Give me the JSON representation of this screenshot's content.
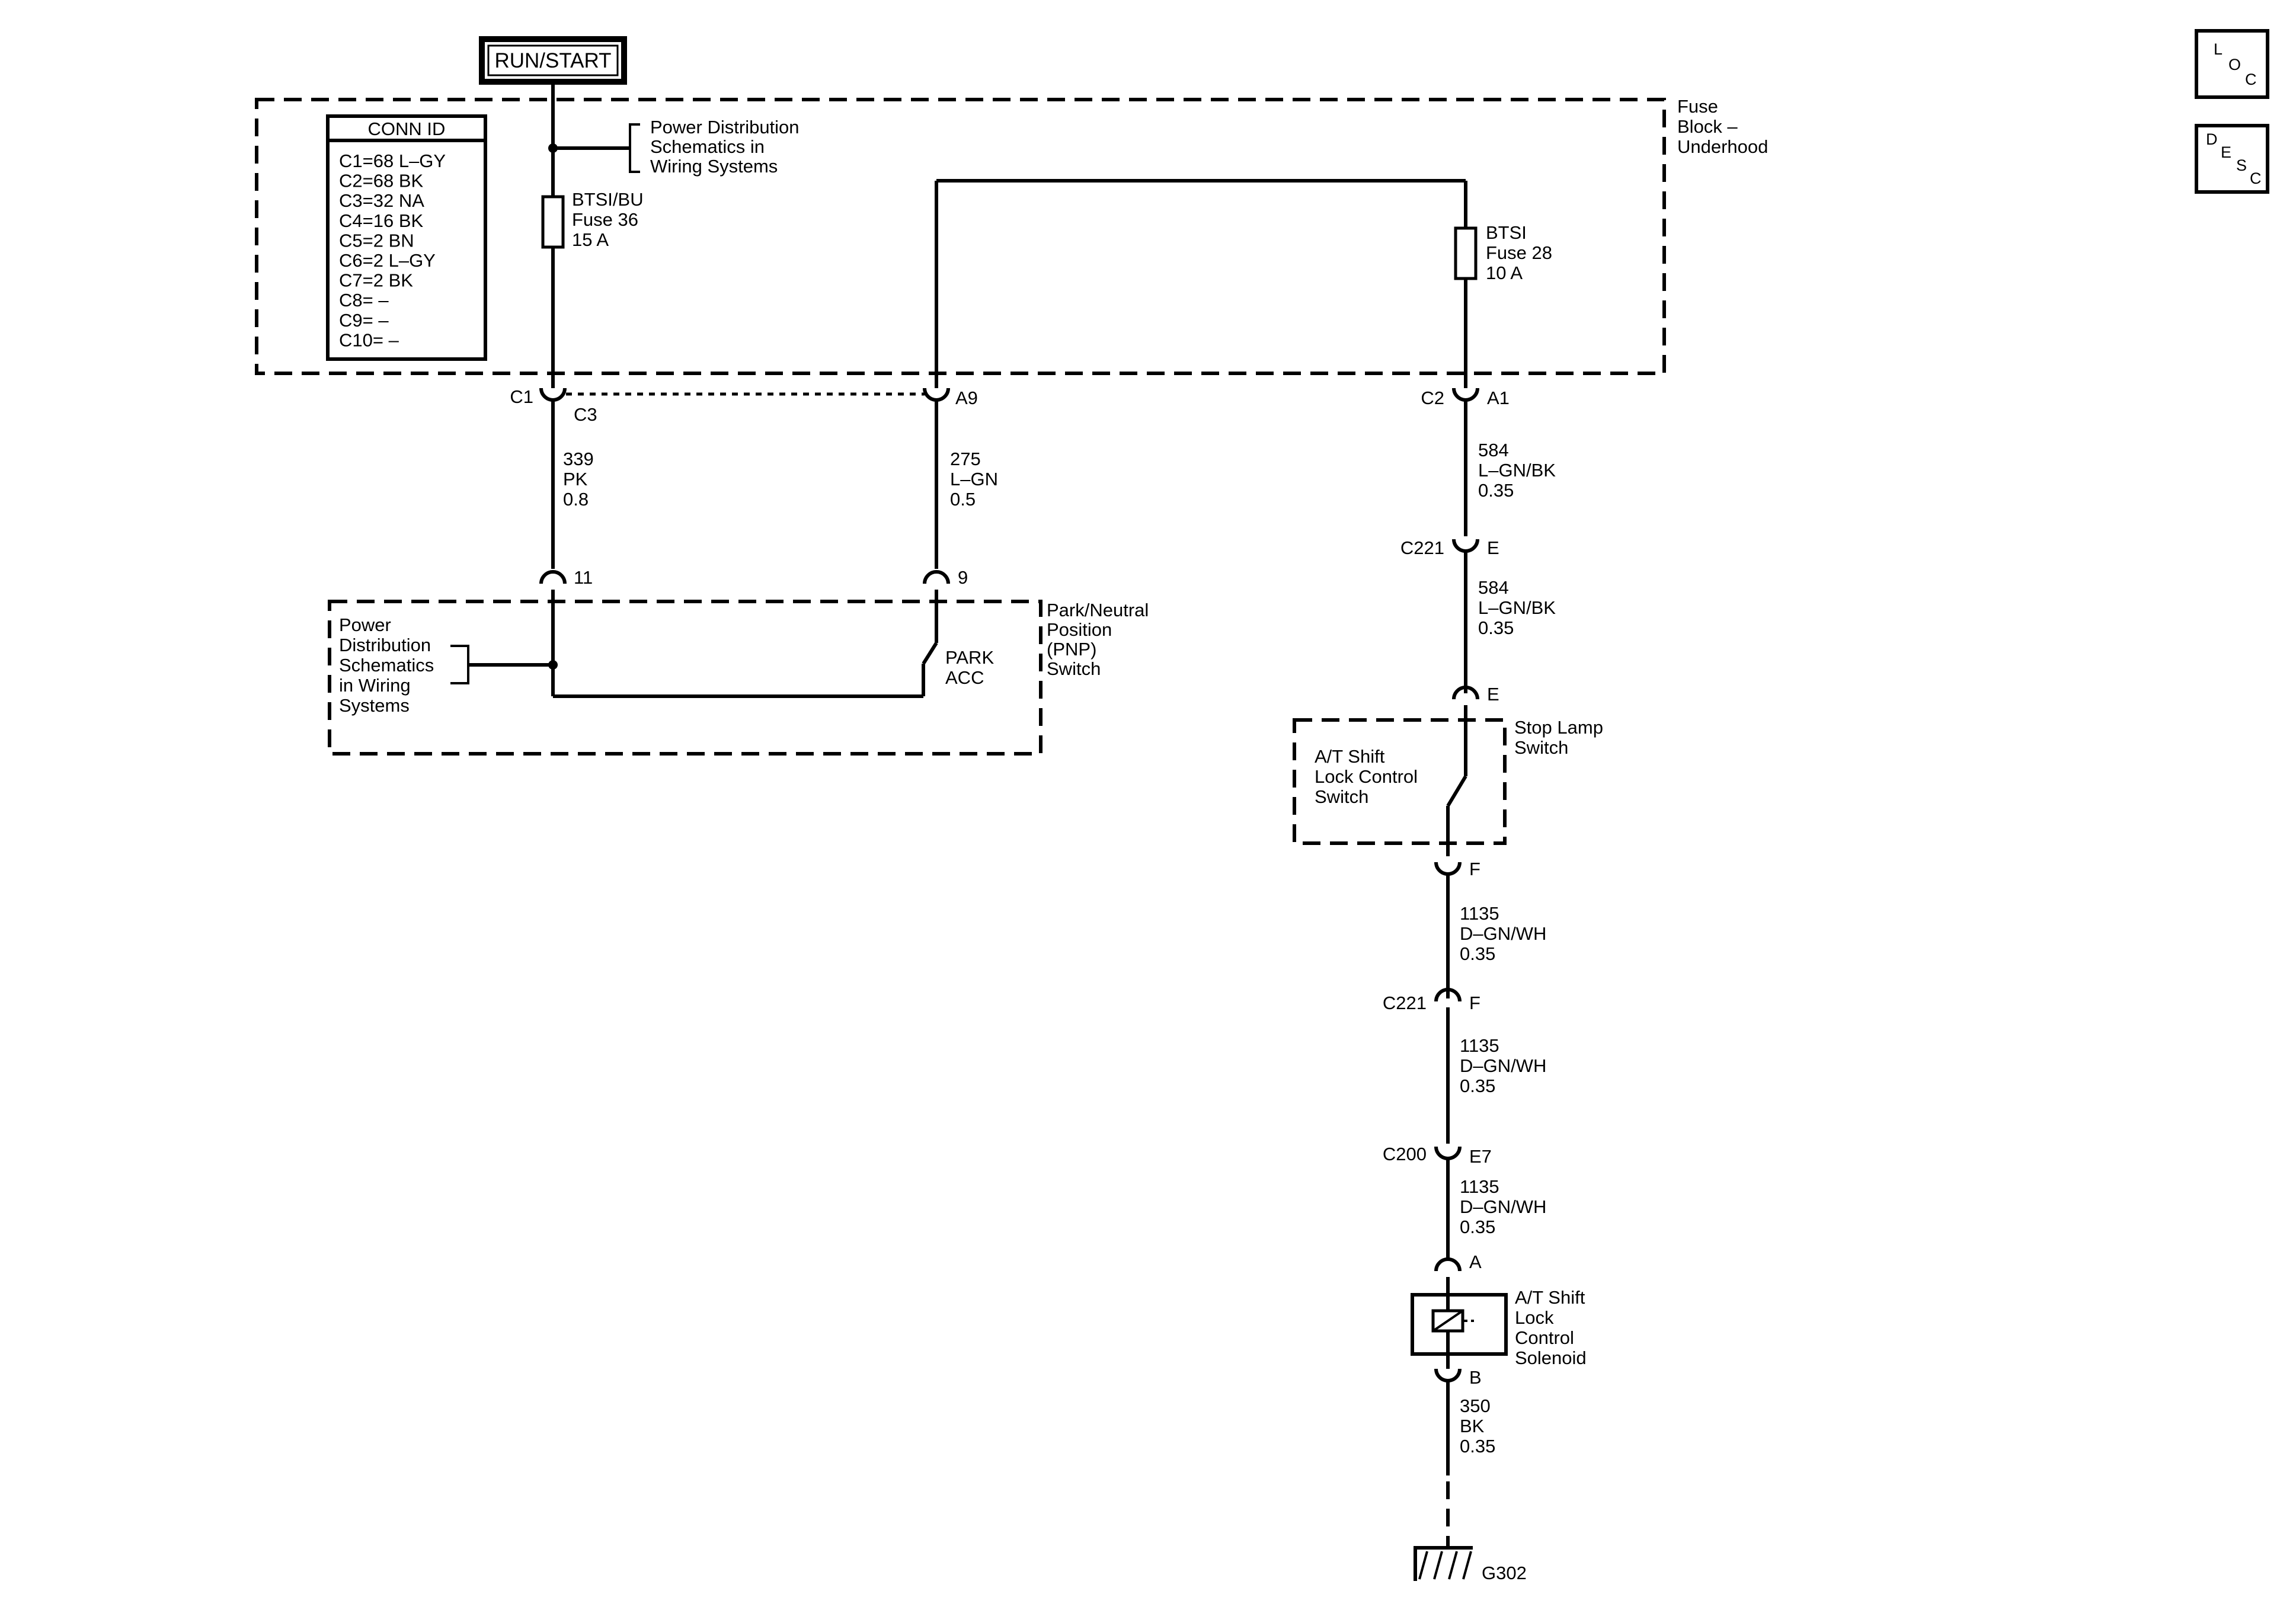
{
  "power_label": "RUN/START",
  "conn_id": {
    "title": "CONN ID",
    "rows": [
      "C1=68 L–GY",
      "C2=68 BK",
      "C3=32 NA",
      "C4=16 BK",
      "C5=2 BN",
      "C6=2 L–GY",
      "C7=2 BK",
      "C8= –",
      "C9= –",
      "C10= –"
    ]
  },
  "fuse_block": {
    "lines": [
      "Fuse",
      "Block –",
      "Underhood"
    ]
  },
  "power_dist_top": {
    "lines": [
      "Power Distribution",
      "Schematics in",
      "Wiring Systems"
    ]
  },
  "fuse36": {
    "lines": [
      "BTSI/BU",
      "Fuse 36",
      "15 A"
    ]
  },
  "fuse28": {
    "lines": [
      "BTSI",
      "Fuse 28",
      "10 A"
    ]
  },
  "connectors": {
    "c1": "C1",
    "c3": "C3",
    "a9": "A9",
    "c2": "C2",
    "a1": "A1",
    "pin11": "11",
    "pin9": "9",
    "c221_e_conn": "C221",
    "c221_e_pin": "E",
    "stop_in": "E",
    "stop_out": "F",
    "c221_f_conn": "C221",
    "c221_f_pin": "F",
    "c200_conn": "C200",
    "c200_pin": "E7",
    "sol_a": "A",
    "sol_b": "B"
  },
  "wires": {
    "w339": [
      "339",
      "PK",
      "0.8"
    ],
    "w275": [
      "275",
      "L–GN",
      "0.5"
    ],
    "w584a": [
      "584",
      "L–GN/BK",
      "0.35"
    ],
    "w584b": [
      "584",
      "L–GN/BK",
      "0.35"
    ],
    "w1135a": [
      "1135",
      "D–GN/WH",
      "0.35"
    ],
    "w1135b": [
      "1135",
      "D–GN/WH",
      "0.35"
    ],
    "w1135c": [
      "1135",
      "D–GN/WH",
      "0.35"
    ],
    "w350": [
      "350",
      "BK",
      "0.35"
    ]
  },
  "pnp": {
    "lines": [
      "Park/Neutral",
      "Position",
      "(PNP)",
      "Switch"
    ],
    "contact": [
      "PARK",
      "ACC"
    ]
  },
  "power_dist_bottom": {
    "lines": [
      "Power",
      "Distribution",
      "Schematics",
      "in Wiring",
      "Systems"
    ]
  },
  "stop_lamp": {
    "lines": [
      "Stop Lamp",
      "Switch"
    ]
  },
  "shift_lock_switch": {
    "lines": [
      "A/T Shift",
      "Lock Control",
      "Switch"
    ]
  },
  "solenoid": {
    "lines": [
      "A/T Shift",
      "Lock",
      "Control",
      "Solenoid"
    ]
  },
  "ground": "G302",
  "loc_icon": {
    "letters": [
      "L",
      "O",
      "C"
    ]
  },
  "desc_icon": {
    "letters": [
      "D",
      "E",
      "S",
      "C"
    ]
  }
}
